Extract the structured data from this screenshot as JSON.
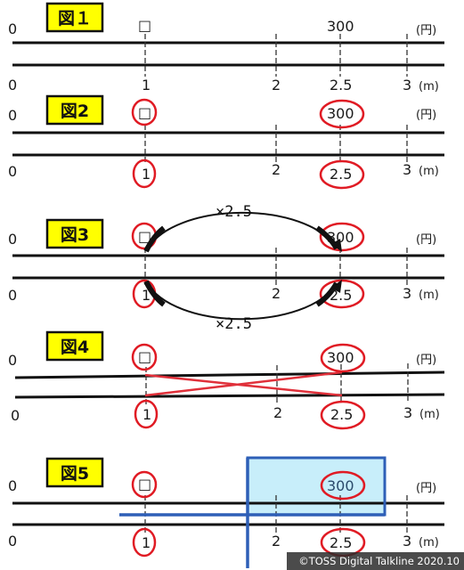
{
  "panels": [
    {
      "badge": "図１",
      "zero_top": "0",
      "zero_bottom": "0",
      "box_symbol": "□",
      "top_value": "300",
      "top_unit": "(円)",
      "tick_one": "1",
      "tick_two": "2",
      "tick_val": "2.5",
      "tick_three": "3",
      "bottom_unit": "(m)"
    },
    {
      "badge": "図2",
      "zero_top": "0",
      "zero_bottom": "0",
      "box_symbol": "□",
      "top_value": "300",
      "top_unit": "(円)",
      "tick_one": "1",
      "tick_two": "2",
      "tick_val": "2.5",
      "tick_three": "3",
      "bottom_unit": "(m)"
    },
    {
      "badge": "図3",
      "zero_top": "0",
      "zero_bottom": "0",
      "box_symbol": "□",
      "top_value": "300",
      "top_unit": "(円)",
      "tick_one": "1",
      "tick_two": "2",
      "tick_val": "2.5",
      "tick_three": "3",
      "bottom_unit": "(m)"
    },
    {
      "badge": "図4",
      "zero_top": "0",
      "zero_bottom": "0",
      "box_symbol": "□",
      "top_value": "300",
      "top_unit": "(円)",
      "tick_one": "1",
      "tick_two": "2",
      "tick_val": "2.5",
      "tick_three": "3",
      "bottom_unit": "(m)"
    },
    {
      "badge": "図5",
      "zero_top": "0",
      "zero_bottom": "0",
      "box_symbol": "□",
      "top_value": "300",
      "top_unit": "(円)",
      "tick_one": "1",
      "tick_two": "2",
      "tick_val": "2.5",
      "tick_three": "3",
      "bottom_unit": "(m)"
    }
  ],
  "multiplier_label": "×2.5",
  "copyright": "©TOSS Digital Talkline 2020.10",
  "colors": {
    "badge_fill": "#ffff00",
    "circle": "#e01b24",
    "cross": "#e0303a",
    "highlight_fill": "#c8eefa",
    "highlight_stroke": "#2e5fb7",
    "line": "#111111",
    "text": "#1a1a1a"
  }
}
